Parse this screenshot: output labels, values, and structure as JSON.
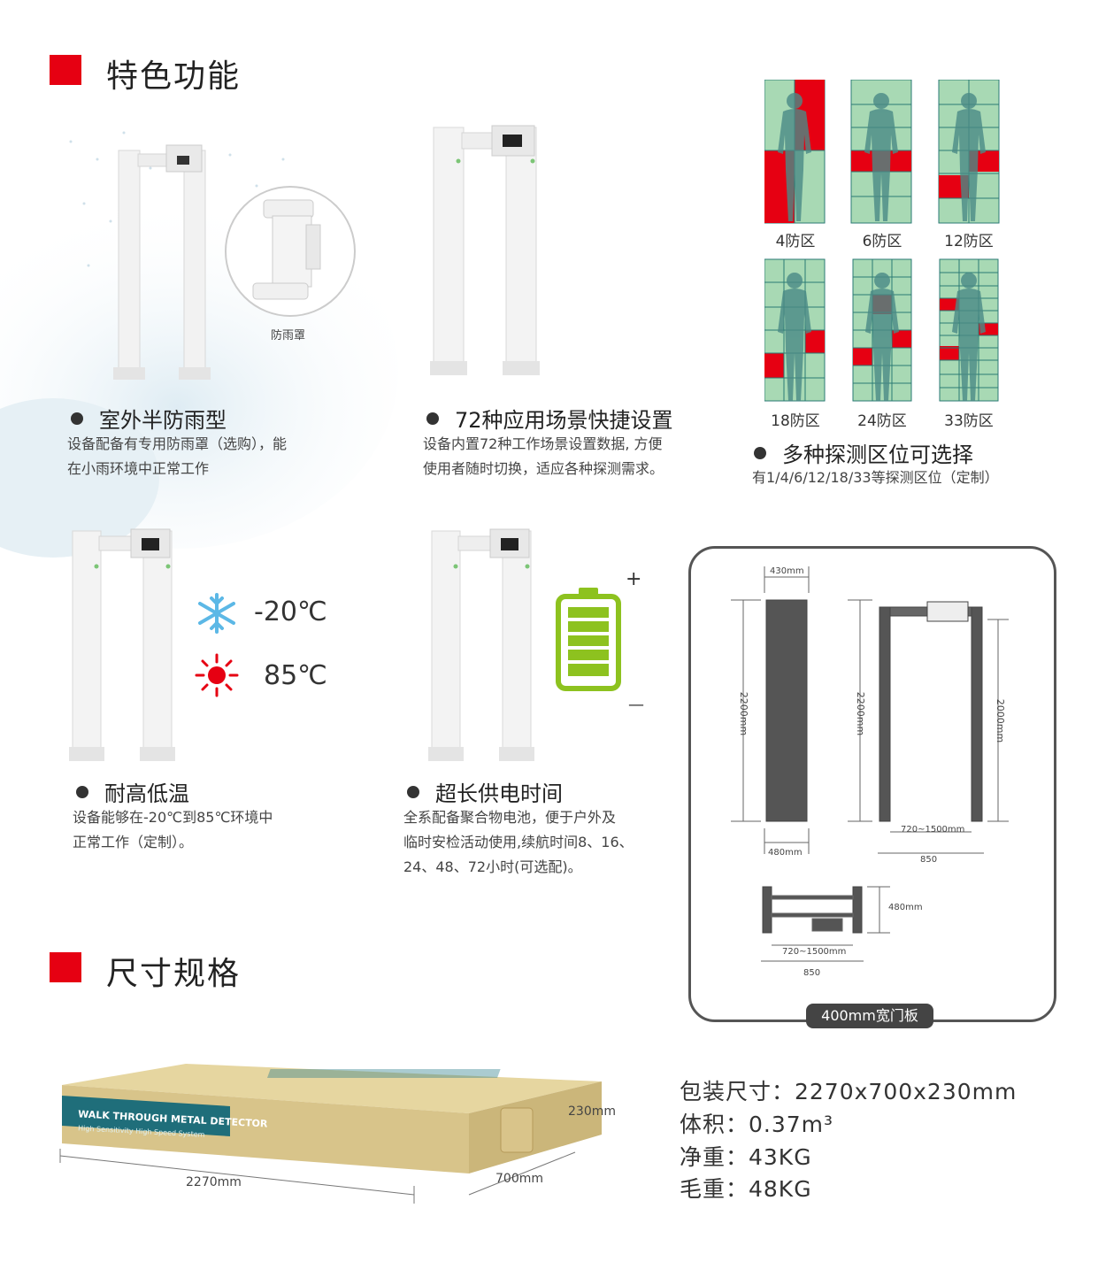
{
  "sections": {
    "features_title": "特色功能",
    "specs_title": "尺寸规格"
  },
  "features": [
    {
      "title": "室外半防雨型",
      "desc": [
        "设备配备有专用防雨罩（选购），能",
        "在小雨环境中正常工作"
      ],
      "callout": "防雨罩"
    },
    {
      "title": "72种应用场景快捷设置",
      "desc": [
        "设备内置72种工作场景设置数据, 方便",
        "使用者随时切换，适应各种探测需求。"
      ]
    },
    {
      "title": "多种探测区位可选择",
      "desc": [
        "有1/4/6/12/18/33等探测区位（定制）"
      ]
    },
    {
      "title": "耐高低温",
      "desc": [
        "设备能够在-20℃到85℃环境中",
        "正常工作（定制）。"
      ],
      "temp_low": "-20℃",
      "temp_high": "85℃"
    },
    {
      "title": "超长供电时间",
      "desc": [
        "全系配备聚合物电池，便于户外及",
        "临时安检活动使用,续航时间8、16、",
        "24、48、72小时(可选配)。"
      ],
      "plus": "+",
      "minus": "—"
    }
  ],
  "zones": [
    "4防区",
    "6防区",
    "12防区",
    "18防区",
    "24防区",
    "33防区"
  ],
  "dimensions": {
    "w430": "430mm",
    "h2200a": "2200mm",
    "w480": "480mm",
    "h2200b": "2200mm",
    "h2000": "2000mm",
    "span": "720~1500mm",
    "w850": "850",
    "top480": "480mm",
    "top_span": "720~1500mm",
    "top850": "850",
    "badge": "400mm宽门板"
  },
  "box": {
    "brand": "WALK THROUGH METAL DETECTOR",
    "sub": "High Sensitivity  High Speed System",
    "len": "2270mm",
    "depth": "700mm",
    "height": "230mm"
  },
  "specs": [
    "包装尺寸：2270x700x230mm",
    "体积：0.37m³",
    "净重：43KG",
    "毛重：48KG"
  ],
  "colors": {
    "accent": "#e60012",
    "zone_green": "#a8d9b4",
    "zone_red": "#e60012",
    "battery": "#8dc21f"
  }
}
